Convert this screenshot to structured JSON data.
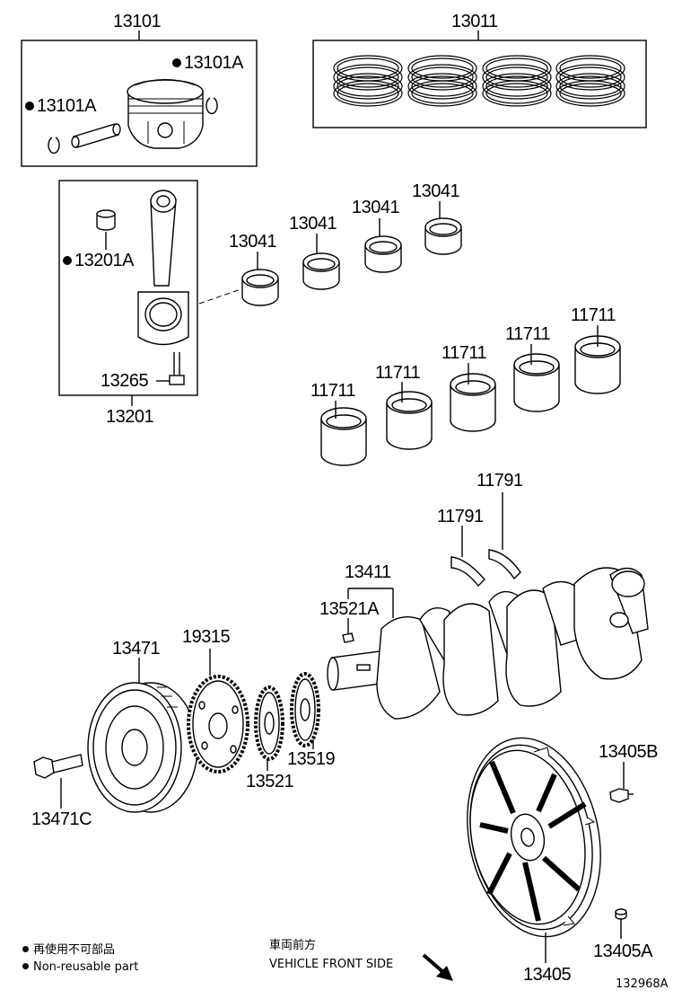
{
  "labels": {
    "p13101": "13101",
    "p13011": "13011",
    "p13101A_r": "13101A",
    "p13101A_l": "13101A",
    "p13201A": "13201A",
    "p13265": "13265",
    "p13201": "13201",
    "p13041_a": "13041",
    "p13041_b": "13041",
    "p13041_c": "13041",
    "p13041_d": "13041",
    "p11711_a": "11711",
    "p11711_b": "11711",
    "p11711_c": "11711",
    "p11711_d": "11711",
    "p11711_e": "11711",
    "p11791_a": "11791",
    "p11791_b": "11791",
    "p13411": "13411",
    "p13521A": "13521A",
    "p13471": "13471",
    "p19315": "19315",
    "p13521": "13521",
    "p13519": "13519",
    "p13471C": "13471C",
    "p13405B": "13405B",
    "p13405A": "13405A",
    "p13405": "13405"
  },
  "legend": {
    "jp": "再使用不可部品",
    "en": "Non-reusable part"
  },
  "direction": {
    "jp": "車両前方",
    "en": "VEHICLE FRONT SIDE"
  },
  "figure_id": "132968A"
}
